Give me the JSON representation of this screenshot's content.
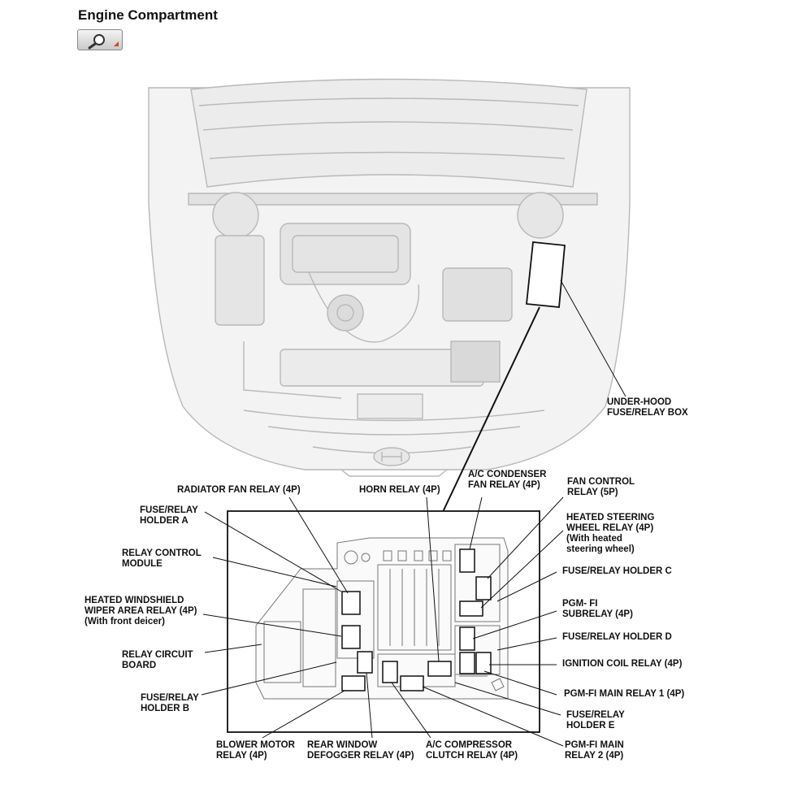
{
  "page": {
    "title": "Engine Compartment"
  },
  "toolbar": {
    "zoom_icon": "magnifier-icon"
  },
  "labels": {
    "under_hood_box": "UNDER-HOOD\nFUSE/RELAY BOX",
    "radiator_fan_relay": "RADIATOR FAN RELAY (4P)",
    "horn_relay": "HORN RELAY (4P)",
    "ac_condenser_fan_relay": "A/C CONDENSER\nFAN RELAY (4P)",
    "fan_control_relay": "FAN CONTROL\nRELAY (5P)",
    "fuse_relay_holder_a": "FUSE/RELAY\nHOLDER A",
    "heated_steering_wheel_relay": "HEATED STEERING\nWHEEL RELAY (4P)",
    "heated_steering_wheel_note": "(With heated\nsteering wheel)",
    "relay_control_module": "RELAY CONTROL\nMODULE",
    "fuse_relay_holder_c": "FUSE/RELAY HOLDER C",
    "heated_windshield_relay": "HEATED WINDSHIELD\nWIPER AREA RELAY (4P)",
    "heated_windshield_note": "(With front deicer)",
    "pgm_fi_subrelay": "PGM- FI\nSUBRELAY (4P)",
    "fuse_relay_holder_d": "FUSE/RELAY HOLDER D",
    "relay_circuit_board": "RELAY CIRCUIT\nBOARD",
    "ignition_coil_relay": "IGNITION COIL RELAY (4P)",
    "fuse_relay_holder_b": "FUSE/RELAY\nHOLDER B",
    "pgm_fi_main_relay_1": "PGM-FI MAIN RELAY 1 (4P)",
    "fuse_relay_holder_e": "FUSE/RELAY\nHOLDER E",
    "blower_motor_relay": "BLOWER MOTOR\nRELAY (4P)",
    "rear_window_defogger_relay": "REAR WINDOW\nDEFOGGER RELAY (4P)",
    "ac_compressor_clutch_relay": "A/C COMPRESSOR\nCLUTCH RELAY (4P)",
    "pgm_fi_main_relay_2": "PGM-FI MAIN\nRELAY 2 (4P)"
  }
}
